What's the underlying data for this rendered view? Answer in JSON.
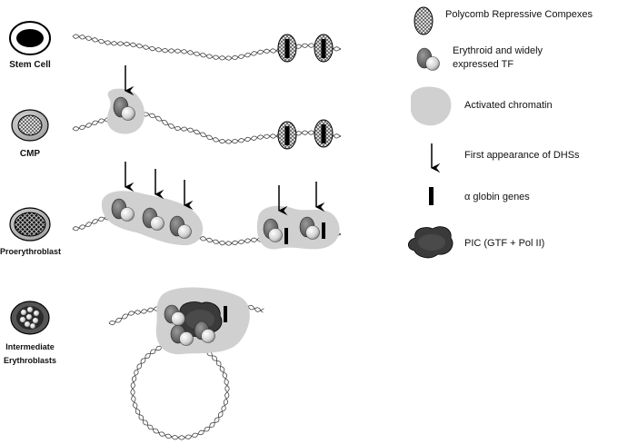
{
  "stages": [
    {
      "label": "Stem Cell"
    },
    {
      "label": "CMP"
    },
    {
      "label": "Proerythroblast"
    },
    {
      "label": "Intermediate Erythroblasts"
    }
  ],
  "legend": [
    {
      "icon": "polycomb-icon",
      "label": "Polycomb Repressive Compexes"
    },
    {
      "icon": "transcription-factor-icon",
      "label": "Erythroid and widely expressed TF"
    },
    {
      "icon": "activated-chromatin-icon",
      "label": "Activated chromatin"
    },
    {
      "icon": "dhs-arrow-icon",
      "label": "First appearance of DHSs"
    },
    {
      "icon": "globin-gene-icon",
      "label": "α globin genes"
    },
    {
      "icon": "pic-complex-icon",
      "label": "PIC (GTF + Pol II)"
    }
  ],
  "colors": {
    "chromatin": "#d0d0d0",
    "tf_dark": "#6e6e6e",
    "tf_light": "#eeeeee",
    "dna": "#444444",
    "pic": "#4a4a4a",
    "gene": "#000000"
  }
}
